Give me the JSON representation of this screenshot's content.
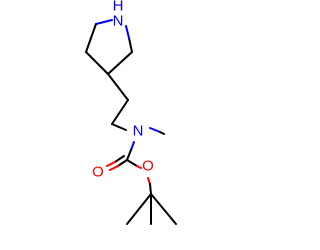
{
  "molecule": {
    "atoms": {
      "ring_nitrogen": {
        "element": "N",
        "hydrogen": "H",
        "color": "#0000ff"
      },
      "carbamate_nitrogen": {
        "element": "N",
        "color": "#0000ff"
      },
      "ester_oxygen": {
        "element": "O",
        "color": "#ff0000"
      },
      "carbonyl_oxygen": {
        "element": "O",
        "color": "#ff0000"
      }
    },
    "bond_color": "#000000"
  }
}
